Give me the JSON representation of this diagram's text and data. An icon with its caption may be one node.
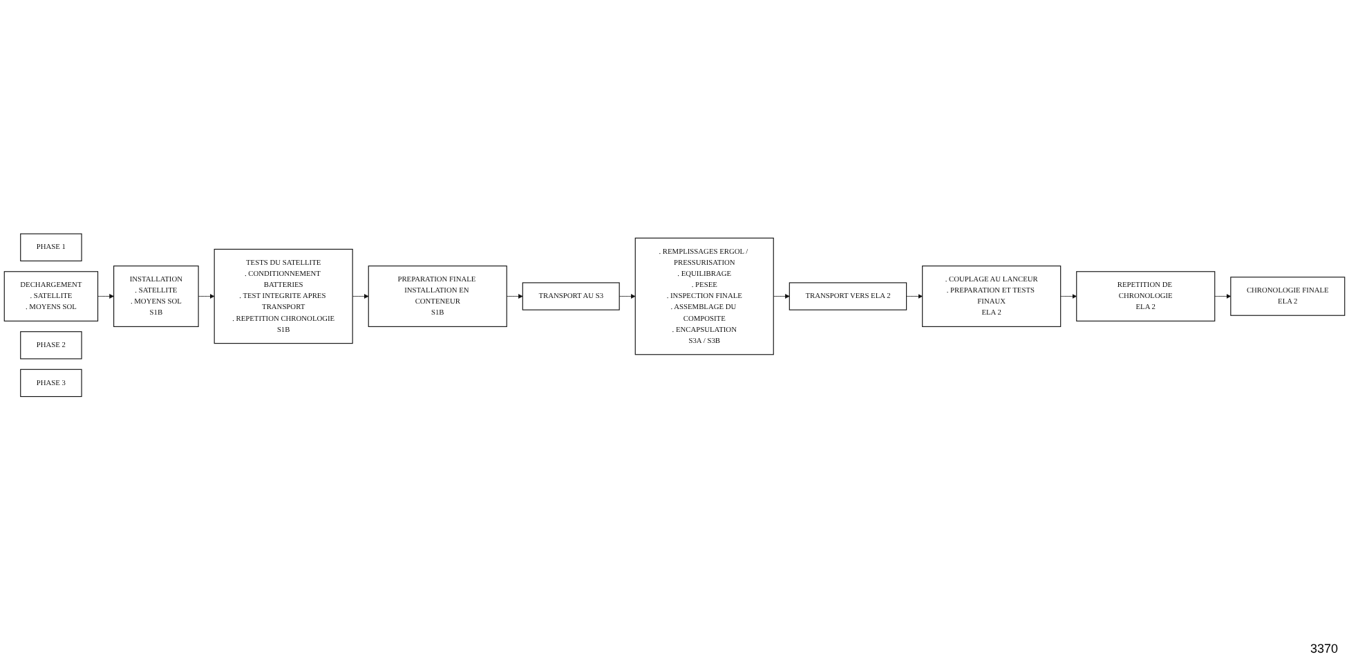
{
  "diagram": {
    "nodes": [
      {
        "text": [
          "PHASE 1"
        ]
      },
      {
        "text": [
          "DECHARGEMENT",
          ". SATELLITE",
          ". MOYENS SOL"
        ]
      },
      {
        "text": [
          "INSTALLATION",
          ". SATELLITE",
          ". MOYENS SOL",
          "S1B"
        ]
      },
      {
        "text": [
          "TESTS DU SATELLITE",
          ". CONDITIONNEMENT BATTERIES",
          ". TEST INTEGRITE APRES TRANSPORT",
          ". REPETITION CHRONOLOGIE",
          "S1B"
        ]
      },
      {
        "text": [
          "PREPARATION FINALE INSTALLATION EN CONTENEUR",
          "S1B"
        ]
      },
      {
        "text": [
          "PHASE 2"
        ]
      },
      {
        "text": [
          "TRANSPORT AU S3"
        ]
      },
      {
        "text": [
          ". REMPLISSAGES ERGOL / PRESSURISATION",
          ". EQUILIBRAGE",
          ". PESEE",
          ". INSPECTION FINALE",
          ". ASSEMBLAGE DU COMPOSITE",
          ". ENCAPSULATION",
          "S3A / S3B"
        ]
      },
      {
        "text": [
          "PHASE 3"
        ]
      },
      {
        "text": [
          "TRANSPORT VERS ELA 2"
        ]
      },
      {
        "text": [
          ". COUPLAGE AU LANCEUR",
          ". PREPARATION ET TESTS FINAUX",
          "ELA 2"
        ]
      },
      {
        "text": [
          "REPETITION DE CHRONOLOGIE",
          "ELA 2"
        ]
      },
      {
        "text": [
          "CHRONOLOGIE FINALE",
          "ELA 2"
        ]
      }
    ],
    "edges": [
      {
        "from": 1,
        "to": 2,
        "arrow": "to"
      },
      {
        "from": 2,
        "to": 3,
        "arrow": "to"
      },
      {
        "from": 3,
        "to": 4,
        "arrow": "to"
      },
      {
        "from": 4,
        "to": 6,
        "arrow": "to"
      },
      {
        "from": 6,
        "to": 7,
        "arrow": "to"
      },
      {
        "from": 7,
        "to": 9,
        "arrow": "to"
      },
      {
        "from": 9,
        "to": 10,
        "arrow": "to"
      },
      {
        "from": 10,
        "to": 11,
        "arrow": "to"
      },
      {
        "from": 11,
        "to": 12,
        "arrow": "to"
      }
    ],
    "labels": [
      "3370"
    ]
  }
}
